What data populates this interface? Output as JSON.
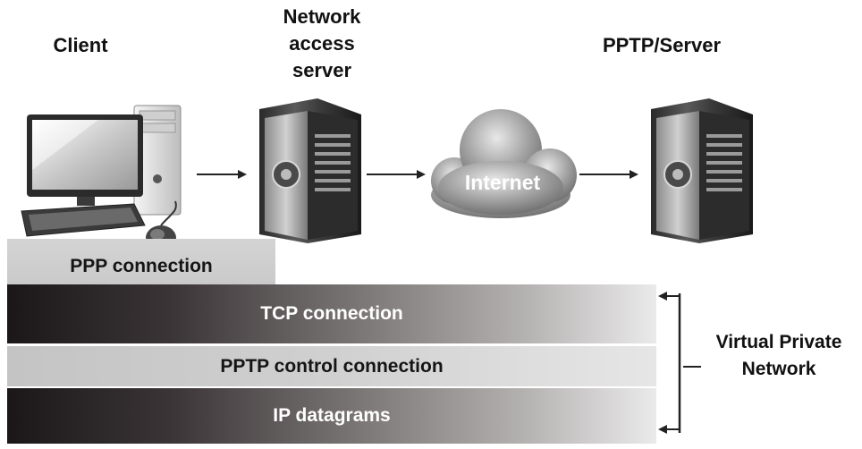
{
  "nodes": {
    "client": "Client",
    "nas_line1": "Network",
    "nas_line2": "access",
    "nas_line3": "server",
    "pptp_server": "PPTP/Server",
    "internet": "Internet"
  },
  "layers": {
    "ppp": "PPP connection",
    "tcp": "TCP connection",
    "pptp_control": "PPTP control connection",
    "ip": "IP datagrams"
  },
  "vpn": {
    "line1": "Virtual Private",
    "line2": "Network"
  },
  "icons": [
    "desktop-computer-icon",
    "server-icon",
    "cloud-icon",
    "server-icon",
    "arrow-right-icon"
  ]
}
